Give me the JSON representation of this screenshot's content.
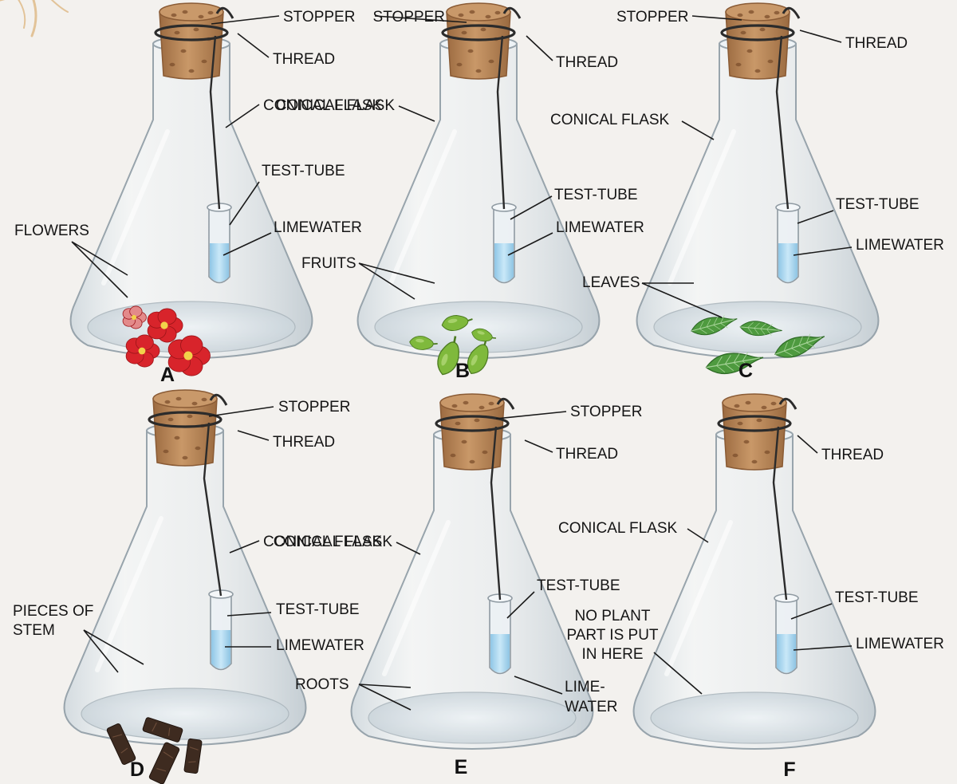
{
  "colors": {
    "background": "#f3f1ee",
    "cork": "#b9865a",
    "cork_dark": "#8a5b35",
    "glass": "#dde6ec",
    "glass_edge": "#9aa6ae",
    "limewater": "#a9d6ee",
    "thread": "#2b2b2b",
    "flower": "#d8242b",
    "fruit": "#7fb93c",
    "leaf": "#4e9a3f",
    "stem": "#3e2b20",
    "root": "#e2c398"
  },
  "labels": {
    "stopper": "STOPPER",
    "thread": "THREAD",
    "conical_flask": "CONICAL FLASK",
    "test_tube": "TEST-TUBE",
    "limewater": "LIMEWATER",
    "lime": "LIME-",
    "water": "WATER",
    "flowers": "FLOWERS",
    "fruits": "FRUITS",
    "leaves": "LEAVES",
    "pieces_of": "PIECES OF",
    "stem": "STEM",
    "roots": "ROOTS",
    "no_plant_1": "NO PLANT",
    "no_plant_2": "PART IS PUT",
    "no_plant_3": "IN HERE"
  },
  "panels": [
    {
      "letter": "A",
      "content": "flowers"
    },
    {
      "letter": "B",
      "content": "fruits"
    },
    {
      "letter": "C",
      "content": "leaves"
    },
    {
      "letter": "D",
      "content": "stem"
    },
    {
      "letter": "E",
      "content": "roots"
    },
    {
      "letter": "F",
      "content": "none"
    }
  ]
}
